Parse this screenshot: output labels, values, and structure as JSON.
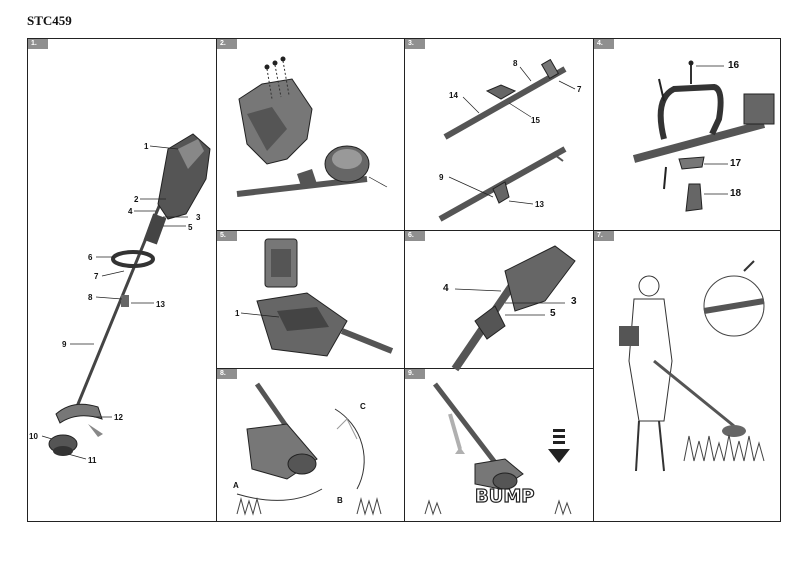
{
  "header": {
    "model": "STC459"
  },
  "panels": [
    {
      "tag": "1.",
      "callouts": [
        "1",
        "2",
        "4",
        "3",
        "5",
        "6",
        "7",
        "8",
        "13",
        "9",
        "12",
        "10",
        "11"
      ]
    },
    {
      "tag": "2."
    },
    {
      "tag": "3.",
      "callouts": [
        "8",
        "7",
        "14",
        "15",
        "9",
        "13"
      ]
    },
    {
      "tag": "4.",
      "callouts": [
        "16",
        "17",
        "18"
      ]
    },
    {
      "tag": "5.",
      "callouts": [
        "1"
      ]
    },
    {
      "tag": "6.",
      "callouts": [
        "4",
        "3",
        "5"
      ]
    },
    {
      "tag": "7."
    },
    {
      "tag": "8.",
      "callouts": [
        "C",
        "A",
        "B"
      ]
    },
    {
      "tag": "9.",
      "callouts": [
        "BUMP"
      ]
    }
  ],
  "colors": {
    "border": "#222222",
    "tag_bg": "#8f8f8f",
    "drawing": "#3a3a3a",
    "shade": "#9a9a9a",
    "arrow": "#b0b0b0"
  }
}
